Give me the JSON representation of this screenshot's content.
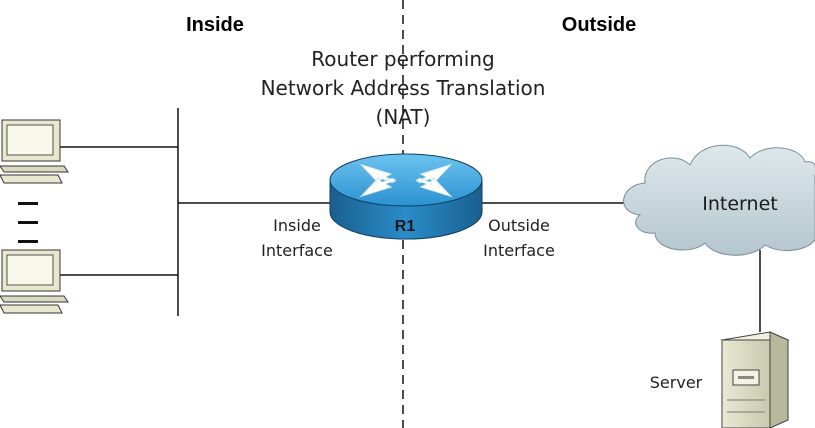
{
  "zones": {
    "inside": "Inside",
    "outside": "Outside"
  },
  "router": {
    "title_lines": [
      "Router performing",
      "Network Address Translation",
      "(NAT)"
    ],
    "name": "R1",
    "inside_interface": [
      "Inside",
      "Interface"
    ],
    "outside_interface": [
      "Outside",
      "Interface"
    ]
  },
  "cloud": {
    "label": "Internet"
  },
  "server": {
    "label": "Server"
  },
  "colors": {
    "router_top": "#3aa6e0",
    "router_side": "#1f76ad",
    "cloud": "#c9d6dc",
    "pc": "#efefd9",
    "server": "#dcdcc4"
  }
}
